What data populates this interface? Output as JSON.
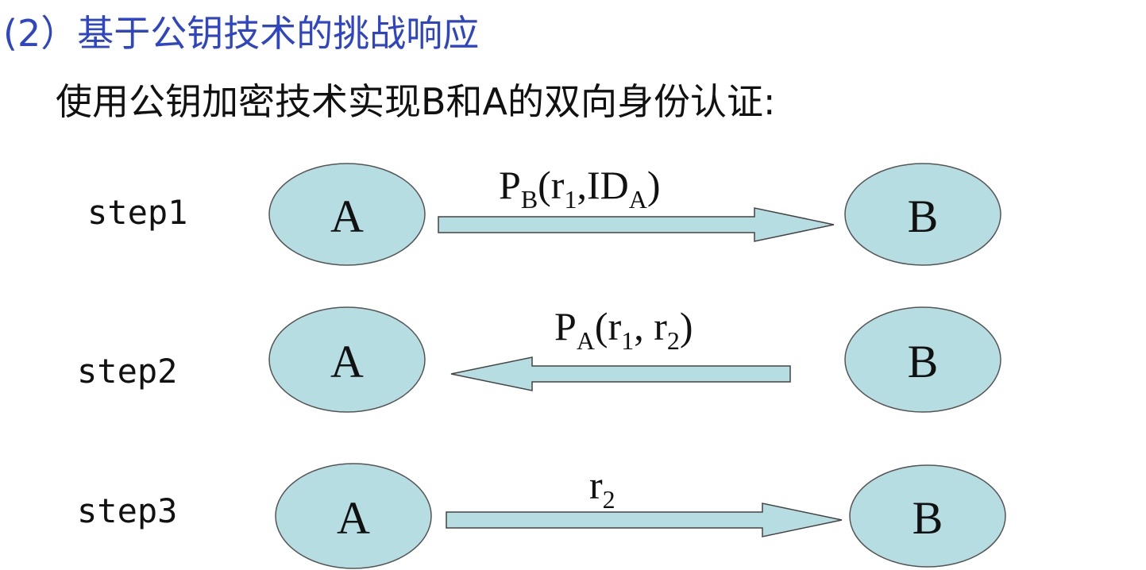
{
  "title": "(2）基于公钥技术的挑战响应",
  "subtitle": "使用公钥加密技术实现B和A的双向身份认证:",
  "colors": {
    "title": "#2e45c4",
    "node_fill": "#b6dde1",
    "arrow_fill": "#b6dde1"
  },
  "steps": [
    {
      "label": "step1",
      "from": "A",
      "to": "B",
      "direction": "right",
      "message": {
        "p1": "P",
        "s1": "B",
        "p2": "(r",
        "s2": "1",
        "p3": ",ID",
        "s3": "A",
        "p4": ")"
      }
    },
    {
      "label": "step2",
      "from": "B",
      "to": "A",
      "direction": "left",
      "message": {
        "p1": "P",
        "s1": "A",
        "p2": "(r",
        "s2": "1",
        "p3": ", r",
        "s3": "2",
        "p4": ")"
      }
    },
    {
      "label": "step3",
      "from": "A",
      "to": "B",
      "direction": "right",
      "message": {
        "p1": "r",
        "s1": "2"
      }
    }
  ]
}
